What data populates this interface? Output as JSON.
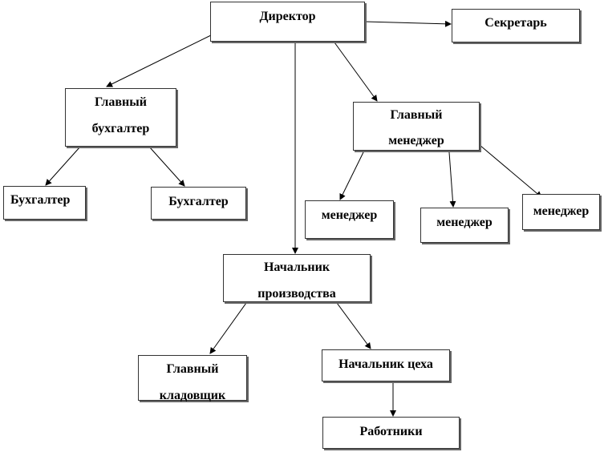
{
  "nodes": {
    "director": {
      "lines": [
        "Директор"
      ]
    },
    "secretary": {
      "lines": [
        "Секретарь"
      ]
    },
    "chief_accountant": {
      "lines": [
        "Главный",
        "бухгалтер"
      ]
    },
    "accountant_1": {
      "lines": [
        "Бухгалтер"
      ]
    },
    "accountant_2": {
      "lines": [
        "Бухгалтер"
      ]
    },
    "chief_manager": {
      "lines": [
        "Главный",
        "менеджер"
      ]
    },
    "manager_1": {
      "lines": [
        "менеджер"
      ]
    },
    "manager_2": {
      "lines": [
        "менеджер"
      ]
    },
    "manager_3": {
      "lines": [
        "менеджер"
      ]
    },
    "production_head": {
      "lines": [
        "Начальник",
        "производства"
      ]
    },
    "chief_storekeeper": {
      "lines": [
        "Главный",
        "кладовщик"
      ]
    },
    "shop_head": {
      "lines": [
        "Начальник цеха"
      ]
    },
    "workers": {
      "lines": [
        "Работники"
      ]
    }
  },
  "edges": [
    {
      "from": "director",
      "to": "secretary"
    },
    {
      "from": "director",
      "to": "chief_accountant"
    },
    {
      "from": "director",
      "to": "chief_manager"
    },
    {
      "from": "director",
      "to": "production_head"
    },
    {
      "from": "chief_accountant",
      "to": "accountant_1"
    },
    {
      "from": "chief_accountant",
      "to": "accountant_2"
    },
    {
      "from": "chief_manager",
      "to": "manager_1"
    },
    {
      "from": "chief_manager",
      "to": "manager_2"
    },
    {
      "from": "chief_manager",
      "to": "manager_3"
    },
    {
      "from": "production_head",
      "to": "chief_storekeeper"
    },
    {
      "from": "production_head",
      "to": "shop_head"
    },
    {
      "from": "shop_head",
      "to": "workers"
    }
  ]
}
